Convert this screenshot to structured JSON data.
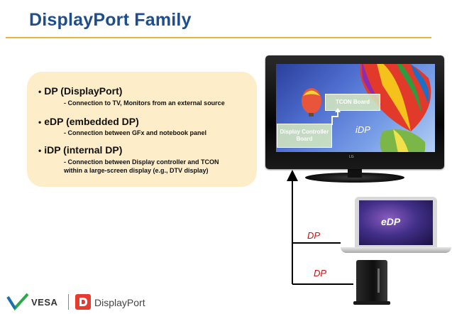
{
  "header": {
    "title": "DisplayPort Family"
  },
  "info_box": {
    "items": [
      {
        "bullet": "•",
        "heading": "DP (DisplayPort)",
        "description": [
          "- Connection to TV, Monitors from an external source"
        ]
      },
      {
        "bullet": "•",
        "heading": "eDP (embedded DP)",
        "description": [
          "- Connection between GFx and notebook panel"
        ]
      },
      {
        "bullet": "•",
        "heading": "iDP (internal DP)",
        "description": [
          "- Connection between Display controller and TCON",
          "within a large-screen display (e.g., DTV display)"
        ]
      }
    ]
  },
  "diagram": {
    "tv": {
      "tcon_label": "TCON Board",
      "controller_label": [
        "Display Controller",
        "Board"
      ],
      "internal_link_label": "iDP",
      "brand_mark": "LG"
    },
    "laptop": {
      "screen_label": "eDP"
    },
    "connections": [
      {
        "label": "DP",
        "color": "#cc1111"
      },
      {
        "label": "DP",
        "color": "#cc1111"
      }
    ]
  },
  "footer": {
    "vesa_text": "VESA",
    "brand_text": "DisplayPort"
  },
  "colors": {
    "title": "#1f4e8c",
    "rule": "#e8b43c",
    "box_fill": "#fdedc8",
    "dp_label": "#cc1111"
  }
}
